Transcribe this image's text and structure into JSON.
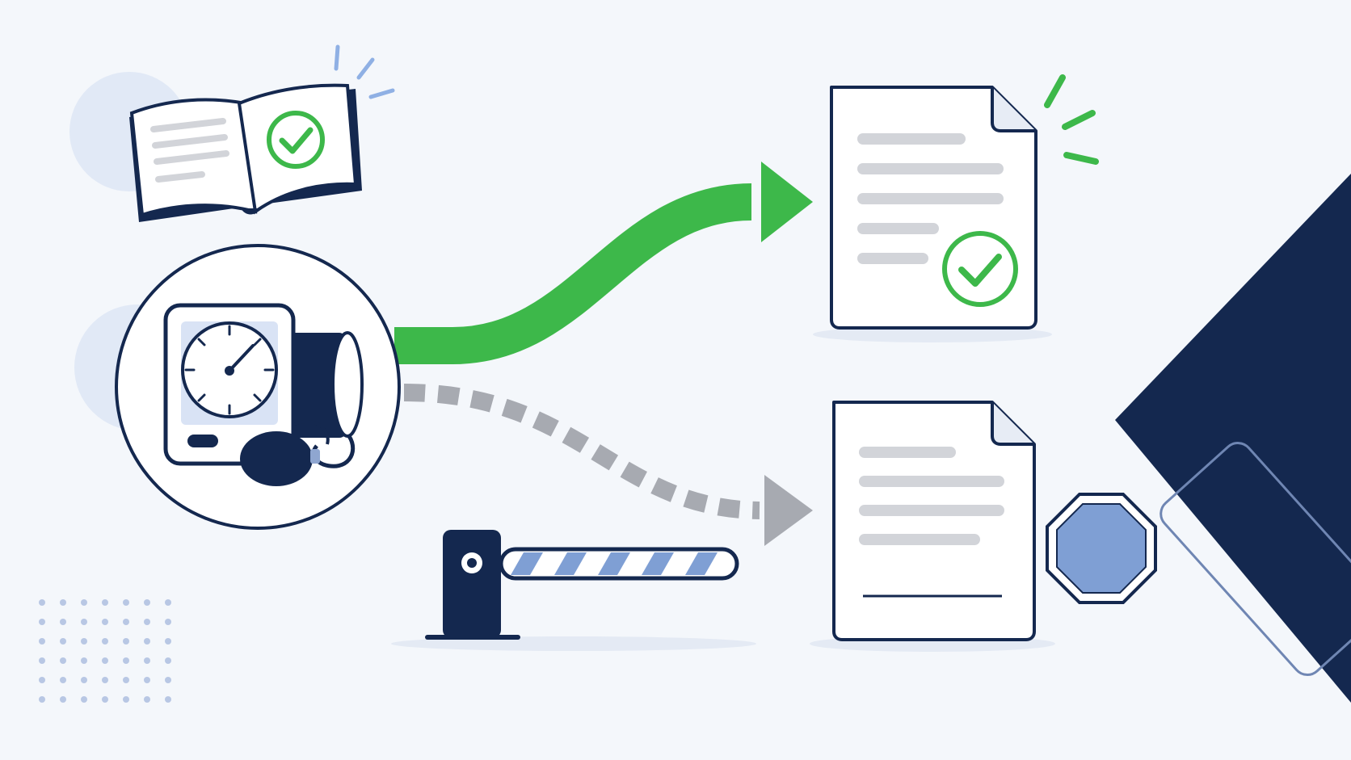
{
  "diagram": {
    "type": "process-flow",
    "text_labels": [],
    "start": {
      "icons": [
        "manual-book-check-icon",
        "blood-pressure-monitor-icon"
      ]
    },
    "outcomes": [
      {
        "path_style": "solid",
        "icon": "approved-document-icon",
        "badge": "check-badge-icon"
      },
      {
        "path_style": "dashed",
        "icon": "blocked-document-icon",
        "obstacle": "barrier-gate-icon",
        "sign": "stop-sign-icon"
      }
    ]
  },
  "colors": {
    "background": "#f4f7fb",
    "navy": "#14284f",
    "green": "#3db84a",
    "gray_dashed": "#a7aab1",
    "blue_fill": "#7f9fd4",
    "light_blue": "#e1e9f6",
    "text_line_gray": "#d2d4d9"
  }
}
